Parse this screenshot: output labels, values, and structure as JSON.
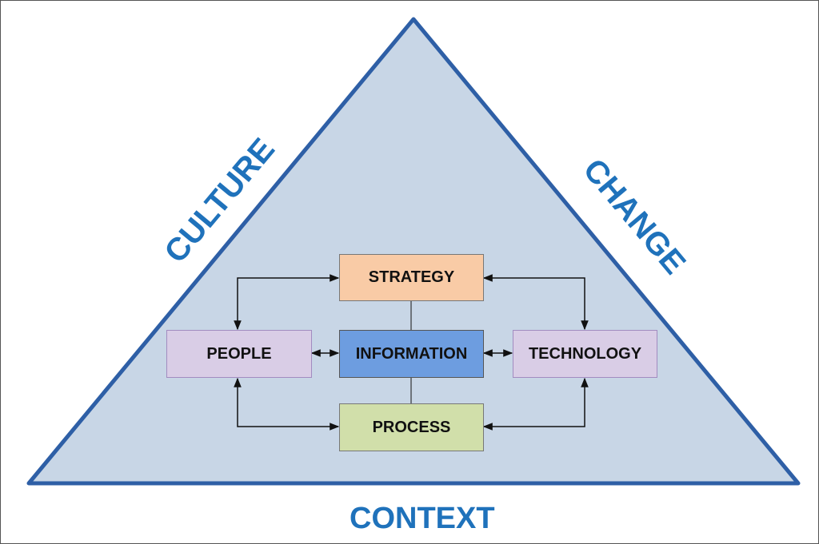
{
  "sides": {
    "left": "CULTURE",
    "right": "CHANGE",
    "bottom": "CONTEXT"
  },
  "nodes": {
    "strategy": {
      "label": "STRATEGY",
      "color": "#f9cba6"
    },
    "people": {
      "label": "PEOPLE",
      "color": "#d9cde6"
    },
    "information": {
      "label": "INFORMATION",
      "color": "#6d9de0"
    },
    "technology": {
      "label": "TECHNOLOGY",
      "color": "#d9cde6"
    },
    "process": {
      "label": "PROCESS",
      "color": "#d1dfaa"
    }
  },
  "colors": {
    "triangle_fill": "#c8d6e6",
    "triangle_stroke": "#2e5fa6",
    "text_accent": "#1f72bb"
  }
}
